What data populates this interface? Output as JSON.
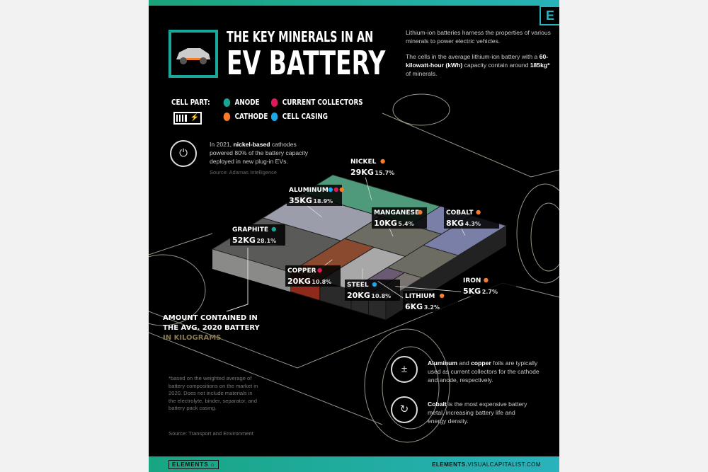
{
  "header": {
    "title_line1": "THE KEY MINERALS IN AN",
    "title_line2": "EV BATTERY",
    "logo_letter": "E"
  },
  "intro": {
    "p1": "Lithium-ion batteries harness the properties of various minerals to power electric vehicles.",
    "p2_a": "The cells in the average lithium-ion battery with a ",
    "p2_b": "60-kilowatt-hour (kWh)",
    "p2_c": " capacity contain around ",
    "p2_d": "185kg*",
    "p2_e": " of minerals."
  },
  "legend": {
    "label": "CELL PART:",
    "items": [
      {
        "label": "ANODE",
        "color": "#1aa394"
      },
      {
        "label": "CURRENT COLLECTORS",
        "color": "#e0185a"
      },
      {
        "label": "CATHODE",
        "color": "#f47c2a"
      },
      {
        "label": "CELL CASING",
        "color": "#19a8e8"
      }
    ]
  },
  "nickel_note": {
    "a": "In 2021, ",
    "b": "nickel-based",
    "c": " cathodes powered 80% of the battery capacity deployed in new plug-in EVs.",
    "source": "Source: Adamas Intelligence"
  },
  "axis_label": {
    "line1": "AMOUNT CONTAINED IN",
    "line2": "THE AVG. 2020 BATTERY",
    "unit": "IN KILOGRAMS"
  },
  "minerals": [
    {
      "name": "GRAPHITE",
      "kg": "52KG",
      "pct": "28.1%",
      "dots": [
        "#1aa394"
      ],
      "color": "#5a5a58"
    },
    {
      "name": "ALUMINUM",
      "kg": "35KG",
      "pct": "18.9%",
      "dots": [
        "#19a8e8",
        "#e0185a",
        "#f47c2a"
      ],
      "color": "#9b9dab"
    },
    {
      "name": "NICKEL",
      "kg": "29KG",
      "pct": "15.7%",
      "dots": [
        "#f47c2a"
      ],
      "color": "#4f9a7a"
    },
    {
      "name": "COPPER",
      "kg": "20KG",
      "pct": "10.8%",
      "dots": [
        "#e0185a"
      ],
      "color": "#8a4a30"
    },
    {
      "name": "STEEL",
      "kg": "20KG",
      "pct": "10.8%",
      "dots": [
        "#19a8e8"
      ],
      "color": "#a8a8a8"
    },
    {
      "name": "MANGANESE",
      "kg": "10KG",
      "pct": "5.4%",
      "dots": [
        "#f47c2a"
      ],
      "color": "#6c6c62"
    },
    {
      "name": "COBALT",
      "kg": "8KG",
      "pct": "4.3%",
      "dots": [
        "#f47c2a"
      ],
      "color": "#7a7fa8"
    },
    {
      "name": "LITHIUM",
      "kg": "6KG",
      "pct": "3.2%",
      "dots": [
        "#f47c2a"
      ],
      "color": "#6a5a72"
    },
    {
      "name": "IRON",
      "kg": "5KG",
      "pct": "2.7%",
      "dots": [
        "#f47c2a"
      ],
      "color": "#7a7470"
    }
  ],
  "facts": [
    {
      "icon": "battery-terminals-icon",
      "bold": "Aluminum",
      "mid": " and ",
      "bold2": "copper",
      "rest": " foils are typically used as current collectors for the cathode and anode, respectively."
    },
    {
      "icon": "recharge-icon",
      "bold": "Cobalt",
      "rest": " is the most expensive battery metal, increasing battery life and energy density."
    }
  ],
  "footnote": "*based on the weighted average of battery compositions on the market in 2020. Does not include materials in the electrolyte, binder, separator, and battery pack casing.",
  "source": "Source:  Transport and Environment",
  "footer": {
    "brand": "ELEMENTS",
    "url_bold": "ELEMENTS.",
    "url_rest": "VISUALCAPITALIST.COM"
  }
}
